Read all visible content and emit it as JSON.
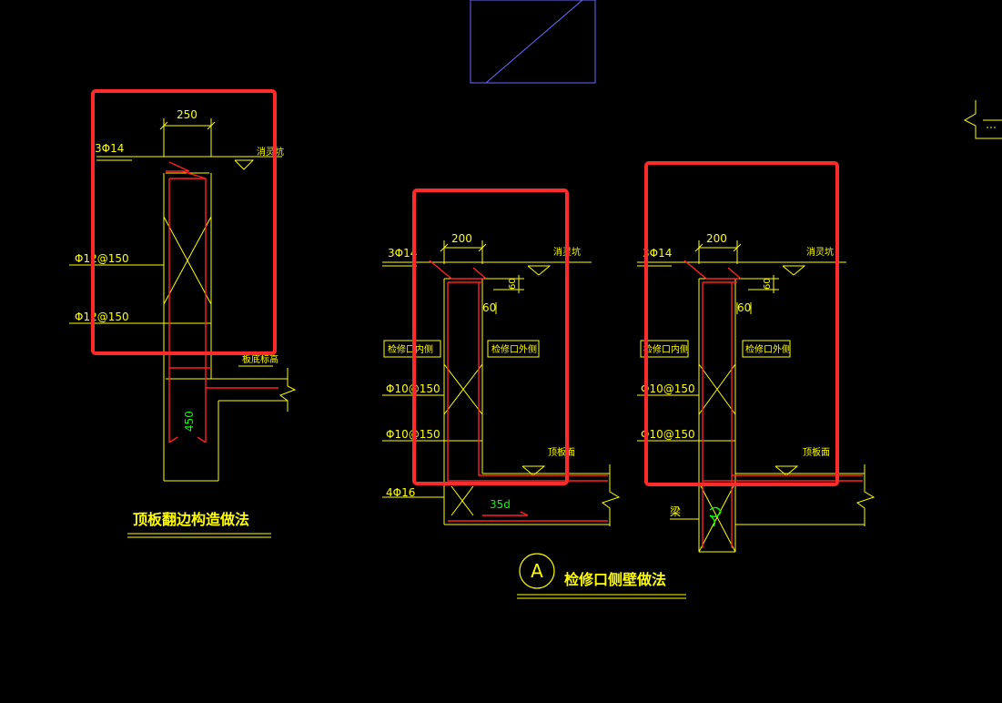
{
  "colors": {
    "background": "#000000",
    "yellow": "#ffff00",
    "red": "#ff2020",
    "green": "#00ff00",
    "blue": "#6a6aff",
    "highlight": "#ff2a2a"
  },
  "left_detail": {
    "dim_width": "250",
    "top_bar": "3Φ14",
    "top_level": "消灵坑",
    "rebar_1": "Φ12@150",
    "rebar_2": "Φ12@150",
    "slab_note": "板底标高",
    "wall_height": "450",
    "title": "顶板翻边构造做法"
  },
  "mid_detail": {
    "dim_width": "200",
    "top_bar": "3Φ14",
    "top_level": "消灵坑",
    "dim_60a": "60",
    "dim_60b": "60",
    "inner_label": "检修口内侧",
    "outer_label": "检修口外侧",
    "rebar_1": "Φ10@150",
    "rebar_2": "Φ10@150",
    "bottom_level": "顶板面",
    "bottom_bar": "4Φ16",
    "anchor": "35d"
  },
  "right_detail": {
    "dim_width": "200",
    "top_bar": "3Φ14",
    "top_level": "消灵坑",
    "dim_60a": "60",
    "dim_60b": "60",
    "inner_label": "检修口内侧",
    "outer_label": "检修口外侧",
    "rebar_1": "Φ10@150",
    "rebar_2": "Φ10@150",
    "bottom_level": "顶板面",
    "beam_label": "梁"
  },
  "section_mark": "A",
  "section_title": "检修口侧壁做法"
}
